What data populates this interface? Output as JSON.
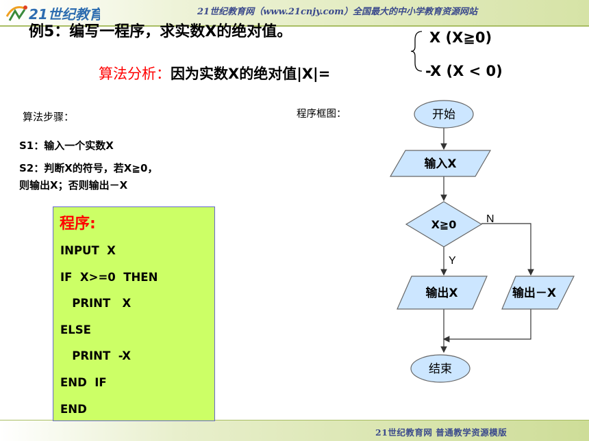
{
  "header": {
    "site_text": "21世纪教育网（www.21cnjy.com）全国最大的中小学教育资源网站"
  },
  "footer": {
    "site_text": "21世纪教育网     普通教学资源模版"
  },
  "logo": {
    "text": "21世纪教育"
  },
  "example": {
    "title": "例5：编写一程序，求实数X的绝对值。"
  },
  "formula": {
    "label": "算法分析：",
    "text": "因为实数X的绝对值|X|=",
    "case1": "X  (X≧0)",
    "case2": "-X (X < 0)"
  },
  "steps": {
    "heading": "算法步骤：",
    "s1": "S1：输入一个实数X",
    "s2_line1": "S2：判断X的符号，若X≧0，",
    "s2_line2": "则输出X；否则输出－X"
  },
  "program": {
    "heading": "程序:",
    "lines": [
      "INPUT  X",
      "IF  X>=0  THEN",
      "   PRINT   X",
      "ELSE",
      "   PRINT  -X",
      "END  IF",
      "END"
    ]
  },
  "flowchart": {
    "label": "程序框图：",
    "start": "开始",
    "input": "输入X",
    "decision": "X≧0",
    "yes": "Y",
    "no": "N",
    "output_yes": "输出X",
    "output_no": "输出－X",
    "end": "结束"
  },
  "colors": {
    "node_fill": "#cce6ff",
    "code_background": "#ccff66",
    "accent_red": "#ff0000",
    "brand_blue": "#3b4a8c"
  }
}
